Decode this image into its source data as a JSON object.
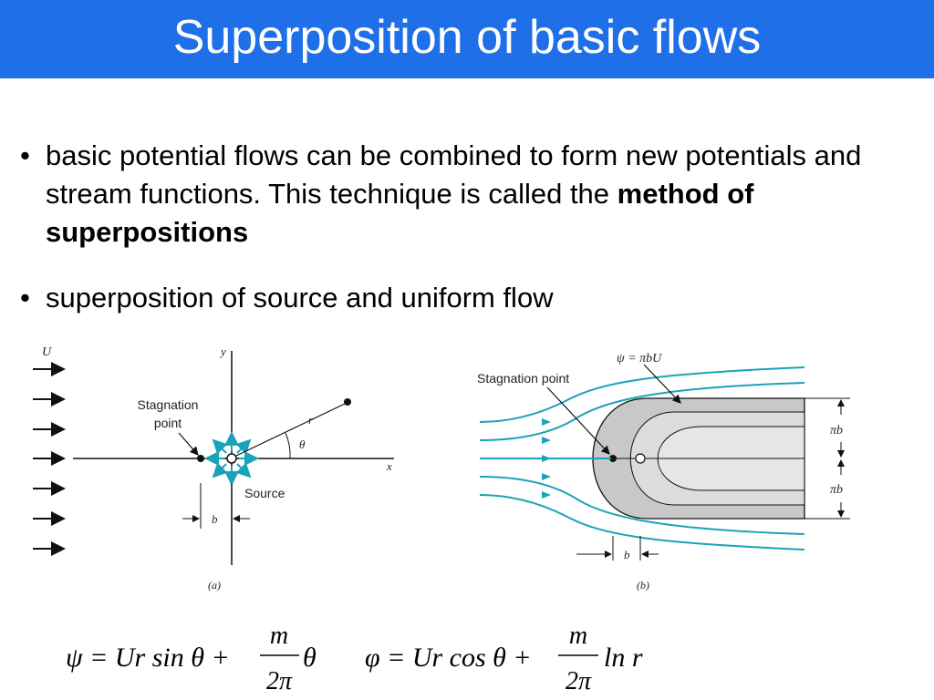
{
  "title": "Superposition of basic flows",
  "bullets": [
    {
      "text": "basic potential flows can be combined to form new potentials and stream functions. This technique is called the ",
      "bold": "method of superpositions"
    },
    {
      "text": "superposition of source and uniform flow",
      "bold": ""
    }
  ],
  "figure_a": {
    "U_label": "U",
    "y_label": "y",
    "x_label": "x",
    "stagnation_line1": "Stagnation",
    "stagnation_line2": "point",
    "r_label": "r",
    "theta_label": "θ",
    "source_label": "Source",
    "b_label": "b",
    "caption": "(a)"
  },
  "figure_b": {
    "stream_label": "ψ = πbU",
    "stagnation_label": "Stagnation point",
    "pib_upper": "πb",
    "pib_lower": "πb",
    "b_label": "b",
    "caption": "(b)"
  },
  "equations": {
    "psi_lhs": "ψ = Ur sin θ +",
    "psi_num": "m",
    "psi_den": "2π",
    "psi_rhs": "θ",
    "phi_lhs": "φ = Ur cos θ +",
    "phi_num": "m",
    "phi_den": "2π",
    "phi_rhs": "ln r"
  },
  "colors": {
    "title_bg": "#1f6fe8",
    "stream_teal": "#1aa3b8",
    "body_gray": "#c8c8c8"
  }
}
